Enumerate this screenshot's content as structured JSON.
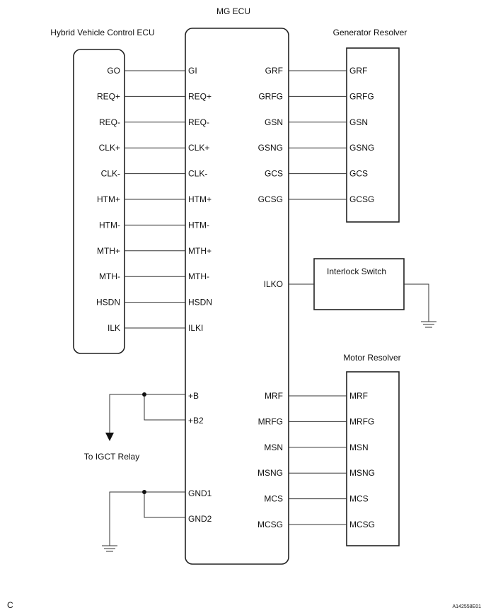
{
  "titles": {
    "mg_ecu": "MG ECU",
    "hv_ecu": "Hybrid Vehicle Control ECU",
    "gen_resolver": "Generator Resolver",
    "interlock": "Interlock Switch",
    "motor_resolver": "Motor Resolver",
    "igct": "To IGCT Relay"
  },
  "hv_pins": [
    "GO",
    "REQ+",
    "REQ-",
    "CLK+",
    "CLK-",
    "HTM+",
    "HTM-",
    "MTH+",
    "MTH-",
    "HSDN",
    "ILK"
  ],
  "mg_left_pins": [
    "GI",
    "REQ+",
    "REQ-",
    "CLK+",
    "CLK-",
    "HTM+",
    "HTM-",
    "MTH+",
    "MTH-",
    "HSDN",
    "ILKI"
  ],
  "mg_gen_pins": [
    "GRF",
    "GRFG",
    "GSN",
    "GSNG",
    "GCS",
    "GCSG"
  ],
  "gen_pins": [
    "GRF",
    "GRFG",
    "GSN",
    "GSNG",
    "GCS",
    "GCSG"
  ],
  "mg_ilko": "ILKO",
  "mg_power_pins": [
    "+B",
    "+B2"
  ],
  "mg_ground_pins": [
    "GND1",
    "GND2"
  ],
  "mg_motor_pins": [
    "MRF",
    "MRFG",
    "MSN",
    "MSNG",
    "MCS",
    "MCSG"
  ],
  "motor_pins": [
    "MRF",
    "MRFG",
    "MSN",
    "MSNG",
    "MCS",
    "MCSG"
  ],
  "footer": {
    "left": "C",
    "right": "A142558E01"
  }
}
